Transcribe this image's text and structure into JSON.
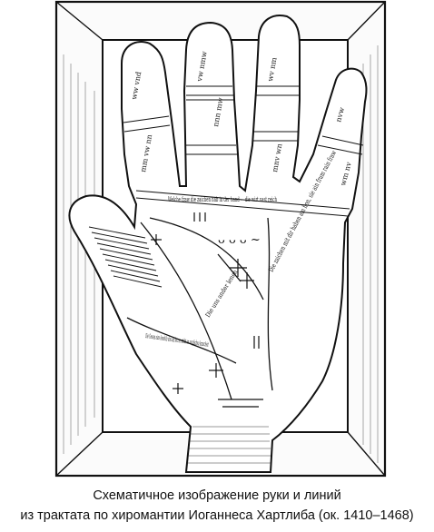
{
  "illustration": {
    "palm_inscriptions": {
      "finger_base": "Welche fraw die zaichen hab in der hand — die wirt vast reich",
      "upper_palm": "Die zaichen mit dir haben am hon, sie ain frum rain fraw",
      "thumb_area": "Die Gewan ains lenelich das am leccer stirbt an verplichen krancheit",
      "mid_palm": "Die uns ander lenen",
      "glyphs": "ᴗ ᴗ ᴗ ~"
    }
  },
  "caption": {
    "line1": "Схематичное изображение руки и линий",
    "line2": "из трактата по хиромантии Иоганнеса Хартлиба (ок. 1410–1468)"
  }
}
